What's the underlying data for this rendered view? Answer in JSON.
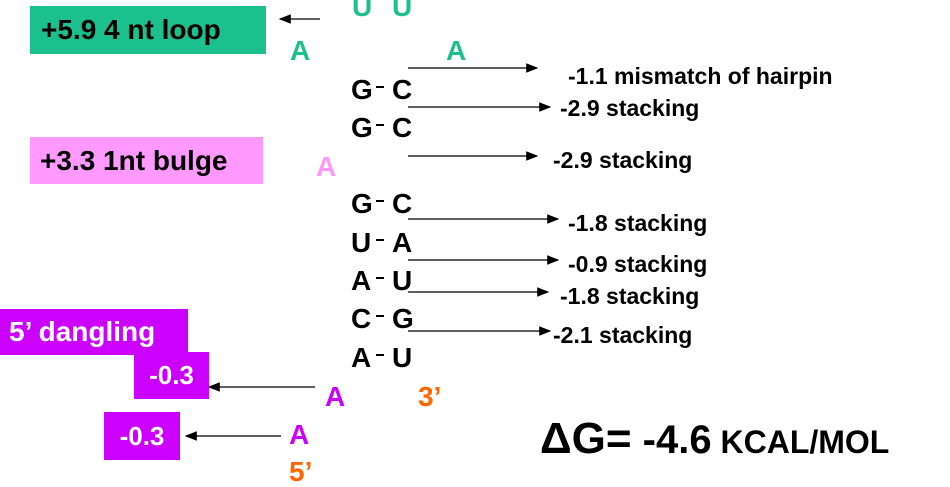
{
  "colors": {
    "loop_green": "#1cc08c",
    "bulge_pink": "#ff99ff",
    "dangle_purple": "#cc00ff",
    "orange": "#ff6600",
    "black": "#000000"
  },
  "boxes": {
    "loop": "+5.9 4 nt loop",
    "bulge": "+3.3 1nt bulge",
    "dangling": "5’ dangling",
    "dangle_1": "-0.3",
    "dangle_2": "-0.3"
  },
  "loop": {
    "top_left": "U",
    "top_right": "U",
    "left": "A",
    "right": "A"
  },
  "pairs": [
    {
      "left": "G",
      "right": "C"
    },
    {
      "left": "G",
      "right": "C"
    },
    {
      "left": "G",
      "right": "C"
    },
    {
      "left": "U",
      "right": "A"
    },
    {
      "left": "A",
      "right": "U"
    },
    {
      "left": "C",
      "right": "G"
    },
    {
      "left": "A",
      "right": "U"
    }
  ],
  "bulge_base": "A",
  "tail": {
    "a1": "A",
    "a2": "A",
    "end_3": "3’",
    "end_5": "5’"
  },
  "energies": [
    "-1.1 mismatch of hairpin",
    "-2.9 stacking",
    "-2.9 stacking",
    "-1.8 stacking",
    "-0.9 stacking",
    "-1.8 stacking",
    "-2.1 stacking"
  ],
  "total": {
    "delta": "ΔG=",
    "value": " -4.6",
    "unit": " KCAL/MOL"
  }
}
